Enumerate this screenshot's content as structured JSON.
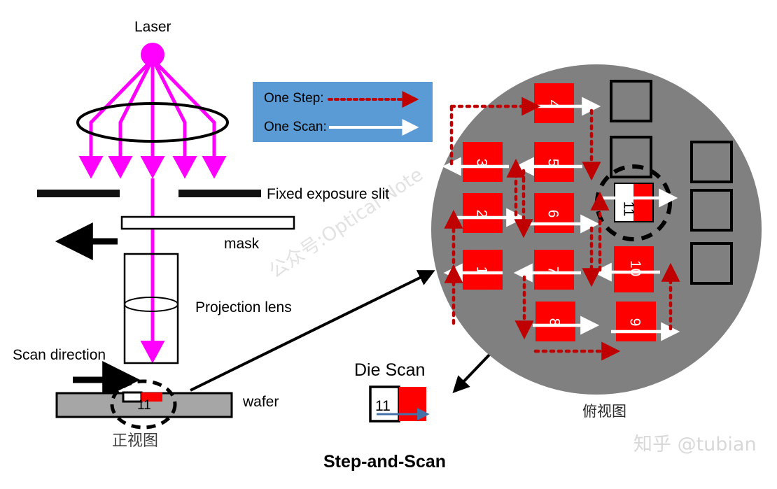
{
  "figure": {
    "title": "Step-and-Scan",
    "watermark_side": "公众号:Optical Note",
    "watermark_corner": "知乎 @tubian"
  },
  "legend": {
    "box_color": "#5B9BD5",
    "items": [
      {
        "label": "One Step:",
        "arrow": "red-dotted-arrow",
        "color": "#C00000"
      },
      {
        "label": "One Scan:",
        "arrow": "white-solid-arrow",
        "color": "#FFFFFF"
      }
    ]
  },
  "side_view": {
    "view_label": "正视图",
    "laser_label": "Laser",
    "slit_label": "Fixed exposure slit",
    "mask_label": "mask",
    "lens_label": "Projection lens",
    "scan_direction_label": "Scan direction",
    "wafer_label": "wafer",
    "field_number": "11",
    "beam_color": "#FF00FF",
    "wafer_color": "#A6A6A6",
    "num_beams": 5
  },
  "die_scan": {
    "title": "Die Scan",
    "field_number": "11",
    "arrow_color": "#4472A8",
    "exposed_color": "#FF0000"
  },
  "top_view": {
    "view_label": "俯视图",
    "wafer_color": "#808080",
    "die_exposed_color": "#FF0000",
    "step_color": "#C00000",
    "scan_color": "#FFFFFF",
    "current_field": "11",
    "exposed_fields": [
      "1",
      "2",
      "3",
      "4",
      "5",
      "6",
      "7",
      "8",
      "9",
      "10"
    ],
    "unexposed_field_count": 5,
    "columns": [
      {
        "col": 1,
        "fields": [
          "3",
          "2",
          "1"
        ]
      },
      {
        "col": 2,
        "fields": [
          "4",
          "5",
          "6",
          "7",
          "8"
        ]
      },
      {
        "col": 3,
        "fields": [
          "11",
          "10",
          "9"
        ]
      }
    ]
  },
  "chart_data": {
    "type": "diagram",
    "title": "Step-and-Scan",
    "description": "Lithography step-and-scan exposure sequence on a wafer",
    "scan_order": [
      1,
      2,
      3,
      4,
      5,
      6,
      7,
      8,
      9,
      10,
      11
    ],
    "field_states": [
      {
        "id": "1",
        "state": "exposed",
        "scan_dir": "left"
      },
      {
        "id": "2",
        "state": "exposed",
        "scan_dir": "right"
      },
      {
        "id": "3",
        "state": "exposed",
        "scan_dir": "left"
      },
      {
        "id": "4",
        "state": "exposed",
        "scan_dir": "right"
      },
      {
        "id": "5",
        "state": "exposed",
        "scan_dir": "left"
      },
      {
        "id": "6",
        "state": "exposed",
        "scan_dir": "right"
      },
      {
        "id": "7",
        "state": "exposed",
        "scan_dir": "left"
      },
      {
        "id": "8",
        "state": "exposed",
        "scan_dir": "right"
      },
      {
        "id": "9",
        "state": "exposed",
        "scan_dir": "right"
      },
      {
        "id": "10",
        "state": "exposed",
        "scan_dir": "left"
      },
      {
        "id": "11",
        "state": "scanning",
        "scan_dir": "right"
      }
    ]
  }
}
